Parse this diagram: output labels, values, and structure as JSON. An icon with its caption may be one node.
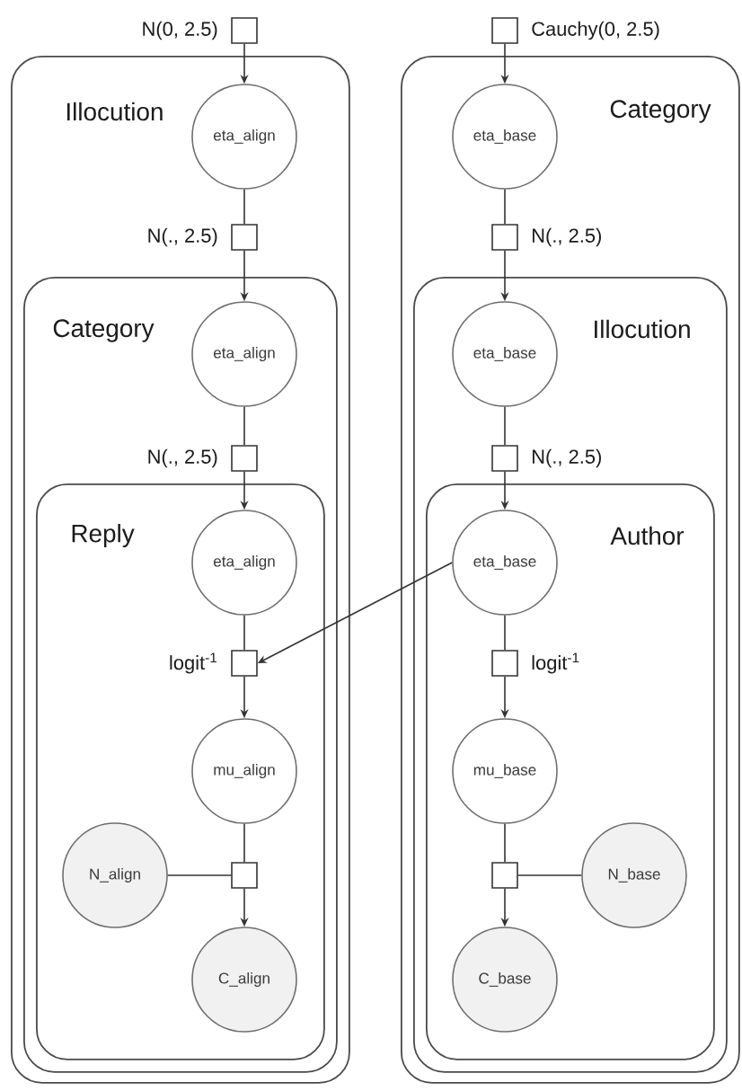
{
  "diagram": {
    "nodes": [
      {
        "text": [],
        "shape": "box",
        "beside": [
          "N(0, 2.5)"
        ]
      },
      {
        "text": [
          "Illocution"
        ]
      },
      {
        "text": [
          "eta_align"
        ],
        "in": 1
      },
      {
        "text": [],
        "shape": "box",
        "beside": [
          "N(., 2.5)"
        ],
        "in": 1
      },
      {
        "text": [
          "Category"
        ],
        "in": 1
      },
      {
        "text": [
          "eta_align"
        ],
        "in": 4
      },
      {
        "text": [],
        "shape": "box",
        "beside": [
          "N(., 2.5)"
        ],
        "in": 4
      },
      {
        "text": [
          "Reply"
        ],
        "in": 4
      },
      {
        "text": [
          "eta_align"
        ],
        "in": 7
      },
      {
        "text": [],
        "shape": "box",
        "beside": [
          "logit$^{-1}$"
        ],
        "in": 7
      },
      {
        "text": [
          "mu_align"
        ],
        "in": 7
      },
      {
        "text": [
          "N_align"
        ],
        "in": 7
      },
      {
        "text": [],
        "shape": "box",
        "in": 7
      },
      {
        "text": [
          "C_align"
        ],
        "in": 7
      },
      {
        "text": [],
        "shape": "box",
        "beside": [
          "Cauchy(0, 2.5)"
        ]
      },
      {
        "text": [
          "Category"
        ]
      },
      {
        "text": [
          "eta_base"
        ],
        "in": 15
      },
      {
        "text": [],
        "shape": "box",
        "beside": [
          "N(., 2.5)"
        ],
        "in": 15
      },
      {
        "text": [
          "Illocution"
        ],
        "in": 15
      },
      {
        "text": [
          "eta_base"
        ],
        "in": 18
      },
      {
        "text": [],
        "shape": "box",
        "beside": [
          "N(., 2.5)"
        ],
        "in": 18
      },
      {
        "text": [
          "Author"
        ],
        "in": 18
      },
      {
        "text": [
          "eta_base"
        ],
        "in": 21
      },
      {
        "text": [],
        "shape": "box",
        "beside": [
          "logit$^{-1}$"
        ],
        "in": 21
      },
      {
        "text": [
          "mu_base"
        ],
        "in": 21
      },
      {
        "text": [],
        "shape": "box",
        "in": 21
      },
      {
        "text": [
          "N_base"
        ],
        "in": 21
      },
      {
        "text": [
          "C_base"
        ],
        "in": 21
      }
    ],
    "edges": [
      {
        "from": 0,
        "to": 2,
        "arrow": "to"
      },
      {
        "from": 2,
        "to": 3,
        "arrow": "none"
      },
      {
        "from": 3,
        "to": 5,
        "arrow": "to"
      },
      {
        "from": 5,
        "to": 6,
        "arrow": "none"
      },
      {
        "from": 6,
        "to": 8,
        "arrow": "to"
      },
      {
        "from": 8,
        "to": 9,
        "arrow": "none"
      },
      {
        "from": 9,
        "to": 10,
        "arrow": "to"
      },
      {
        "from": 10,
        "to": 12,
        "arrow": "none"
      },
      {
        "from": 11,
        "to": 12,
        "arrow": "none"
      },
      {
        "from": 12,
        "to": 13,
        "arrow": "to"
      },
      {
        "from": 22,
        "to": 9,
        "arrow": "to"
      },
      {
        "from": 14,
        "to": 16,
        "arrow": "to"
      },
      {
        "from": 16,
        "to": 17,
        "arrow": "none"
      },
      {
        "from": 17,
        "to": 19,
        "arrow": "to"
      },
      {
        "from": 19,
        "to": 20,
        "arrow": "none"
      },
      {
        "from": 20,
        "to": 22,
        "arrow": "to"
      },
      {
        "from": 22,
        "to": 23,
        "arrow": "none"
      },
      {
        "from": 23,
        "to": 24,
        "arrow": "to"
      },
      {
        "from": 24,
        "to": 25,
        "arrow": "none"
      },
      {
        "from": 26,
        "to": 25,
        "arrow": "none"
      },
      {
        "from": 25,
        "to": 27,
        "arrow": "to"
      }
    ]
  }
}
